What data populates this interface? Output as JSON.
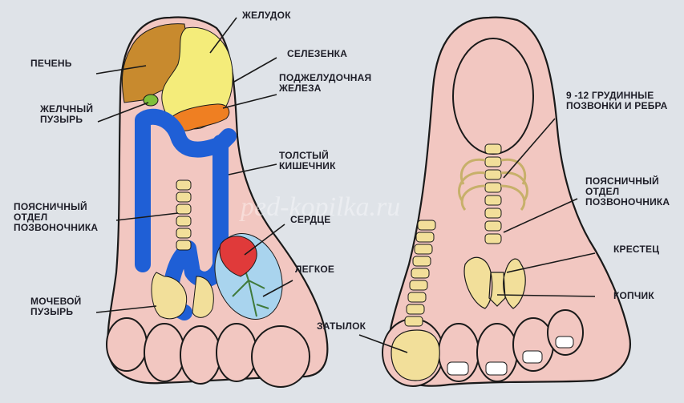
{
  "labels": {
    "stomach": "ЖЕЛУДОК",
    "liver": "ПЕЧЕНЬ",
    "spleen": "СЕЛЕЗЕНКА",
    "pancreas": "ПОДЖЕЛУДОЧНАЯ\nЖЕЛЕЗА",
    "gallbladder": "ЖЕЛЧНЫЙ\nПУЗЫРЬ",
    "colon": "ТОЛСТЫЙ\nКИШЕЧНИК",
    "lumbar_left": "ПОЯСНИЧНЫЙ\nОТДЕЛ\nПОЗВОНОЧНИКА",
    "heart": "СЕРДЦЕ",
    "lung": "ЛЕГКОЕ",
    "bladder": "МОЧЕВОЙ\nПУЗЫРЬ",
    "thoracic": "9 -12 ГРУДИННЫЕ\nПОЗВОНКИ И РЕБРА",
    "lumbar_right": "ПОЯСНИЧНЫЙ\nОТДЕЛ\nПОЗВОНОЧНИКА",
    "sacrum": "КРЕСТЕЦ",
    "coccyx": "КОПЧИК",
    "occiput": "ЗАТЫЛОК"
  },
  "watermark": "ped-kopilka.ru",
  "colors": {
    "background": "#dfe3e8",
    "skin": "#f2c7c1",
    "outline": "#1a1a1a",
    "liver": "#c88a2e",
    "stomach": "#f4ec7a",
    "pancreas": "#ef7f22",
    "gallbladder": "#7fbf3a",
    "colon": "#1f5fd6",
    "bone": "#f2df9a",
    "heart": "#e03a3a",
    "lung": "#a9d4ee",
    "toenail": "#ffffff"
  }
}
